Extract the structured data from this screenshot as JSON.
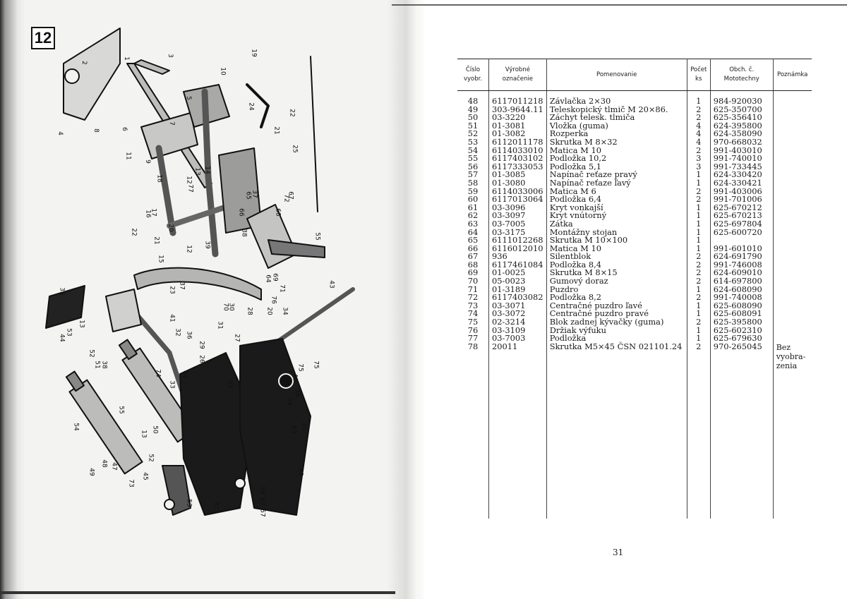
{
  "left_page": {
    "figure_number": "12",
    "callouts": [
      "19",
      "3",
      "10",
      "1",
      "2",
      "4",
      "8",
      "6",
      "5",
      "7",
      "11",
      "9",
      "24",
      "22",
      "21",
      "25",
      "12",
      "13",
      "14",
      "18",
      "77",
      "66",
      "65",
      "68",
      "72",
      "67",
      "16",
      "17",
      "22",
      "20",
      "21",
      "15",
      "12",
      "39",
      "38",
      "37",
      "55",
      "64",
      "69",
      "71",
      "76",
      "35",
      "44",
      "53",
      "13",
      "52",
      "51",
      "38",
      "37",
      "23",
      "41",
      "32",
      "36",
      "70",
      "30",
      "31",
      "29",
      "27",
      "26",
      "28",
      "20",
      "34",
      "43",
      "74",
      "46",
      "33",
      "42",
      "75",
      "75",
      "40",
      "39",
      "56",
      "63",
      "41",
      "55",
      "54",
      "49",
      "48",
      "47",
      "73",
      "45",
      "13",
      "50",
      "52",
      "53",
      "51",
      "58",
      "62",
      "57",
      "60",
      "59",
      "61"
    ]
  },
  "right_page": {
    "page_number": "31",
    "columns": [
      "Číslo vyobr.",
      "Výrobné označenie",
      "Pomenovanie",
      "Počet ks",
      "Obch. č. Mototechny",
      "Poznámka"
    ],
    "rows": [
      {
        "no": "48",
        "code": "6117011218",
        "name": "Závlačka 2×30",
        "count": "1",
        "order": "984-920030",
        "note": ""
      },
      {
        "no": "49",
        "code": "303-9644.11",
        "name": "Teleskopický tlmič M 20×86.",
        "count": "2",
        "order": "625-350700",
        "note": ""
      },
      {
        "no": "50",
        "code": "03-3220",
        "name": "Záchyt telesk. tlmiča",
        "count": "2",
        "order": "625-356410",
        "note": ""
      },
      {
        "no": "51",
        "code": "01-3081",
        "name": "Vložka (guma)",
        "count": "4",
        "order": "624-395800",
        "note": ""
      },
      {
        "no": "52",
        "code": "01-3082",
        "name": "Rozperka",
        "count": "4",
        "order": "624-358090",
        "note": ""
      },
      {
        "no": "53",
        "code": "6112011178",
        "name": "Skrutka M 8×32",
        "count": "4",
        "order": "970-668032",
        "note": ""
      },
      {
        "no": "54",
        "code": "6114033010",
        "name": "Matica M 10",
        "count": "2",
        "order": "991-403010",
        "note": ""
      },
      {
        "no": "55",
        "code": "6117403102",
        "name": "Podložka 10,2",
        "count": "3",
        "order": "991-740010",
        "note": ""
      },
      {
        "no": "56",
        "code": "6117333053",
        "name": "Podložka 5,1",
        "count": "3",
        "order": "991-733445",
        "note": ""
      },
      {
        "no": "57",
        "code": "01-3085",
        "name": "Napínač reťaze pravý",
        "count": "1",
        "order": "624-330420",
        "note": ""
      },
      {
        "no": "58",
        "code": "01-3080",
        "name": "Napínač reťaze ľavý",
        "count": "1",
        "order": "624-330421",
        "note": ""
      },
      {
        "no": "59",
        "code": "6114033006",
        "name": "Matica M 6",
        "count": "2",
        "order": "991-403006",
        "note": ""
      },
      {
        "no": "60",
        "code": "6117013064",
        "name": "Podložka 6,4",
        "count": "2",
        "order": "991-701006",
        "note": ""
      },
      {
        "no": "61",
        "code": "03-3096",
        "name": "Kryt vonkajší",
        "count": "1",
        "order": "625-670212",
        "note": ""
      },
      {
        "no": "62",
        "code": "03-3097",
        "name": "Kryt vnútorný",
        "count": "1",
        "order": "625-670213",
        "note": ""
      },
      {
        "no": "63",
        "code": "03-7005",
        "name": "Zátka",
        "count": "1",
        "order": "625-697804",
        "note": ""
      },
      {
        "no": "64",
        "code": "03-3175",
        "name": "Montážny stojan",
        "count": "1",
        "order": "625-600720",
        "note": ""
      },
      {
        "no": "65",
        "code": "6111012268",
        "name": "Skrutka M 10×100",
        "count": "1",
        "order": "",
        "note": ""
      },
      {
        "no": "66",
        "code": "6116012010",
        "name": "Matica M 10",
        "count": "1",
        "order": "991-601010",
        "note": ""
      },
      {
        "no": "67",
        "code": "936",
        "name": "Silentblok",
        "count": "2",
        "order": "624-691790",
        "note": ""
      },
      {
        "no": "68",
        "code": "6117461084",
        "name": "Podložka 8,4",
        "count": "2",
        "order": "991-746008",
        "note": ""
      },
      {
        "no": "69",
        "code": "01-0025",
        "name": "Skrutka M 8×15",
        "count": "2",
        "order": "624-609010",
        "note": ""
      },
      {
        "no": "70",
        "code": "05-0023",
        "name": "Gumový doraz",
        "count": "2",
        "order": "614-697800",
        "note": ""
      },
      {
        "no": "71",
        "code": "01-3189",
        "name": "Puzdro",
        "count": "1",
        "order": "624-608090",
        "note": ""
      },
      {
        "no": "72",
        "code": "6117403082",
        "name": "Podložka 8,2",
        "count": "2",
        "order": "991-740008",
        "note": ""
      },
      {
        "no": "73",
        "code": "03-3071",
        "name": "Centračné puzdro ľavé",
        "count": "1",
        "order": "625-608090",
        "note": ""
      },
      {
        "no": "74",
        "code": "03-3072",
        "name": "Centračné puzdro pravé",
        "count": "1",
        "order": "625-608091",
        "note": ""
      },
      {
        "no": "75",
        "code": "02-3214",
        "name": "Blok zadnej kývačky (guma)",
        "count": "2",
        "order": "625-395800",
        "note": ""
      },
      {
        "no": "76",
        "code": "03-3109",
        "name": "Držiak výfuku",
        "count": "1",
        "order": "625-602310",
        "note": ""
      },
      {
        "no": "77",
        "code": "03-7003",
        "name": "Podložka",
        "count": "1",
        "order": "625-679630",
        "note": ""
      },
      {
        "no": "78",
        "code": "20011",
        "name": "Skrutka M5×45 ČSN 021101.24",
        "count": "2",
        "order": "970-265045",
        "note": "Bez vyobra-zenia"
      }
    ]
  }
}
